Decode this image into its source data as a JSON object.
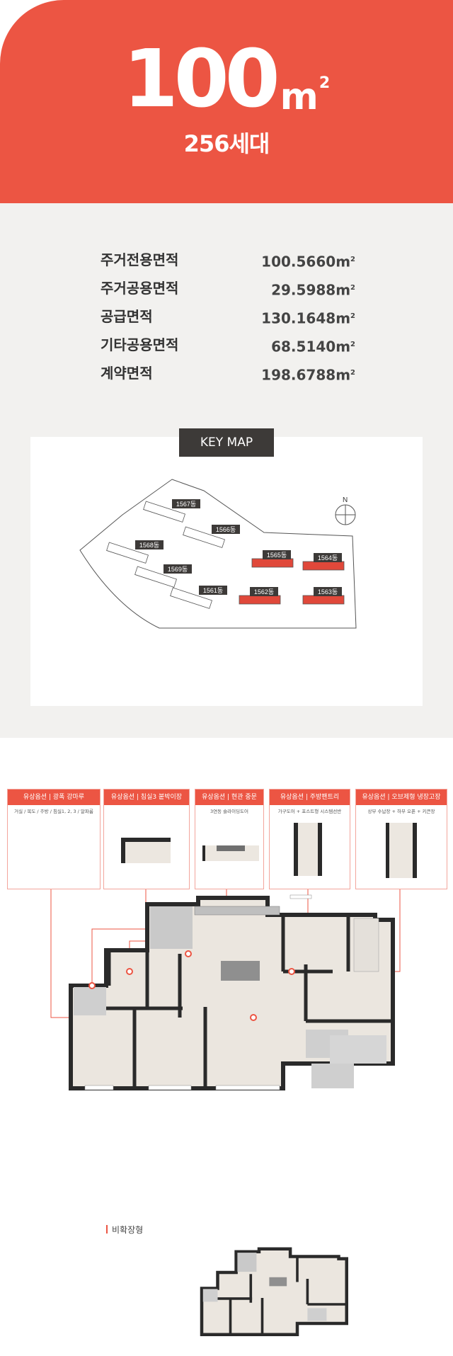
{
  "hero": {
    "number": "100",
    "unit": "m",
    "unit_sup": "2",
    "subtitle": "256세대"
  },
  "areas": [
    {
      "label": "주거전용면적",
      "value": "100.5660",
      "unit": "m",
      "sup": "2"
    },
    {
      "label": "주거공용면적",
      "value": "29.5988",
      "unit": "m",
      "sup": "2"
    },
    {
      "label": "공급면적",
      "value": "130.1648",
      "unit": "m",
      "sup": "2"
    },
    {
      "label": "기타공용면적",
      "value": "68.5140",
      "unit": "m",
      "sup": "2"
    },
    {
      "label": "계약면적",
      "value": "198.6788",
      "unit": "m",
      "sup": "2"
    }
  ],
  "keymap": {
    "title": "KEY MAP",
    "north": "N",
    "buildings": [
      "1567동",
      "1566동",
      "1568동",
      "1565동",
      "1564동",
      "1569동",
      "1561동",
      "1562동",
      "1563동"
    ],
    "highlighted": [
      "1565동",
      "1564동",
      "1562동",
      "1563동"
    ],
    "highlight_color": "#e0483a"
  },
  "options": [
    {
      "title": "유상옵션 | 광폭 강마루",
      "desc": "거실 / 복도 / 주방 / 침실1, 2, 3 / 알파룸"
    },
    {
      "title": "유상옵션 | 침실3 붙박이장",
      "desc": ""
    },
    {
      "title": "유상옵션 | 현관 중문",
      "desc": "3연동 슬라이딩도어"
    },
    {
      "title": "유상옵션 | 주방팬트리",
      "desc": "가구도어 + 포스트형 시스템선반"
    },
    {
      "title": "유상옵션 | 오브제형 냉장고장",
      "desc": "상부 수납장 + 하부 오픈 + 키큰장"
    }
  ],
  "non_extended_label": "비확장형",
  "colors": {
    "accent": "#ec5543",
    "dark": "#3d3a38",
    "bg_gray": "#f2f1ef"
  }
}
